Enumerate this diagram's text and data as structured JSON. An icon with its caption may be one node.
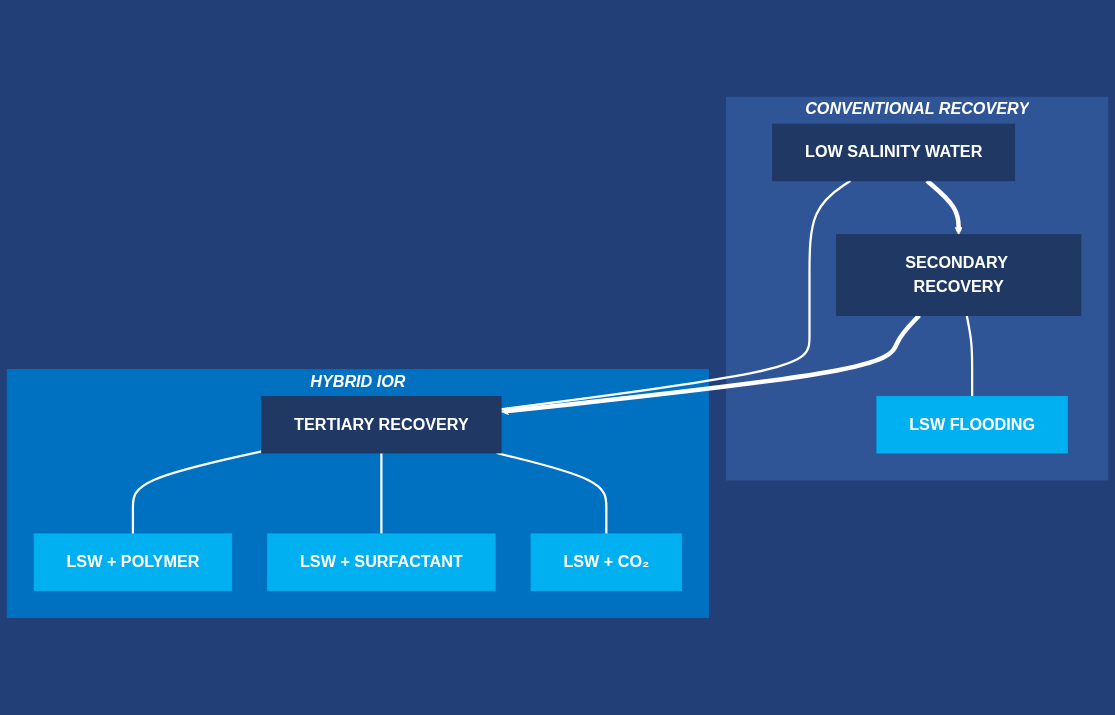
{
  "diagram": {
    "nodes": [
      {
        "text": [
          "CONVENTIONAL RECOVERY"
        ]
      },
      {
        "text": [
          "LOW SALINITY WATER"
        ],
        "in": 0
      },
      {
        "text": [
          "SECONDARY RECOVERY"
        ],
        "in": 0
      },
      {
        "text": [
          "LSW FLOODING"
        ],
        "in": 0
      },
      {
        "text": [
          "HYBRID IOR"
        ]
      },
      {
        "text": [
          "TERTIARY RECOVERY"
        ],
        "in": 4
      },
      {
        "text": [
          "LSW + POLYMER"
        ],
        "in": 4
      },
      {
        "text": [
          "LSW + SURFACTANT"
        ],
        "in": 4
      },
      {
        "text": [
          "LSW + CO₂"
        ],
        "in": 4
      }
    ],
    "edges": [
      {
        "from": 1,
        "to": 2,
        "arrow": "to",
        "style": "thick"
      },
      {
        "from": 2,
        "to": 5,
        "arrow": "to",
        "style": "thick"
      },
      {
        "from": 1,
        "to": 5,
        "arrow": "none"
      },
      {
        "from": 2,
        "to": 3,
        "arrow": "none"
      },
      {
        "from": 5,
        "to": 6,
        "arrow": "none"
      },
      {
        "from": 5,
        "to": 7,
        "arrow": "none"
      },
      {
        "from": 5,
        "to": 8,
        "arrow": "none"
      }
    ]
  }
}
